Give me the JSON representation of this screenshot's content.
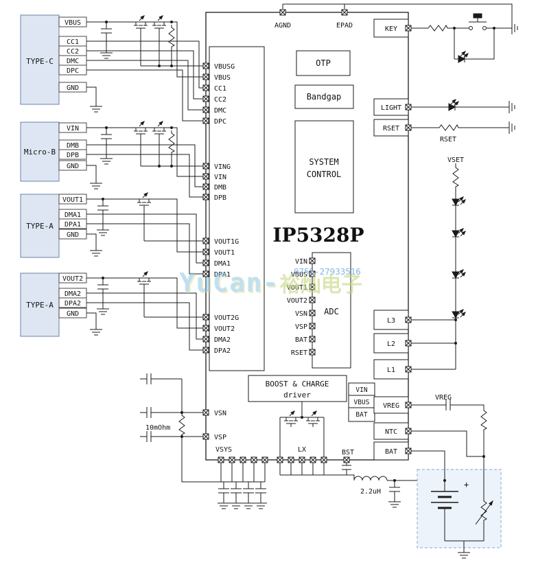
{
  "watermark": {
    "brand": "YuCan-",
    "brand_cn": "裕灿电子",
    "phone": "0755-27933516"
  },
  "connectors": [
    {
      "name": "TYPE-C",
      "pins": [
        "VBUS",
        "CC1",
        "CC2",
        "DMC",
        "DPC",
        "GND"
      ]
    },
    {
      "name": "Micro-B",
      "pins": [
        "VIN",
        "DMB",
        "DPB",
        "GND"
      ]
    },
    {
      "name": "TYPE-A",
      "pins": [
        "VOUT1",
        "DMA1",
        "DPA1",
        "GND"
      ]
    },
    {
      "name": "TYPE-A",
      "pins": [
        "VOUT2",
        "DMA2",
        "DPA2",
        "GND"
      ]
    }
  ],
  "ic": {
    "name": "IP5328P",
    "top_pins": [
      "AGND",
      "EPAD"
    ],
    "left_pins": [
      "VBUSG",
      "VBUS",
      "CC1",
      "CC2",
      "DMC",
      "DPC",
      "VING",
      "VIN",
      "DMB",
      "DPB",
      "VOUT1G",
      "VOUT1",
      "DMA1",
      "DPA1",
      "VOUT2G",
      "VOUT2",
      "DMA2",
      "DPA2"
    ],
    "right_pins": [
      "KEY",
      "LIGHT",
      "RSET",
      "L3",
      "L2",
      "L1",
      "VREG",
      "NTC",
      "BAT"
    ],
    "bottom_pins": [
      "VSN",
      "VSP",
      "VSYS",
      "LX",
      "BST"
    ],
    "blocks": {
      "otp": "OTP",
      "bandgap": "Bandgap",
      "sys1": "SYSTEM",
      "sys2": "CONTROL",
      "adc": "ADC",
      "boost1": "BOOST & CHARGE",
      "boost2": "driver"
    },
    "adc_inputs": [
      "VIN",
      "VBUS",
      "VOUT1",
      "VOUT2",
      "VSN",
      "VSP",
      "BAT",
      "RSET"
    ],
    "supply_mux": [
      "VIN",
      "VBUS",
      "BAT"
    ]
  },
  "labels": {
    "inductor": "2.2uH",
    "sense_resistor": "10mOhm",
    "rset": "RSET",
    "vset": "VSET",
    "vreg": "VREG",
    "battery_plus": "+"
  }
}
